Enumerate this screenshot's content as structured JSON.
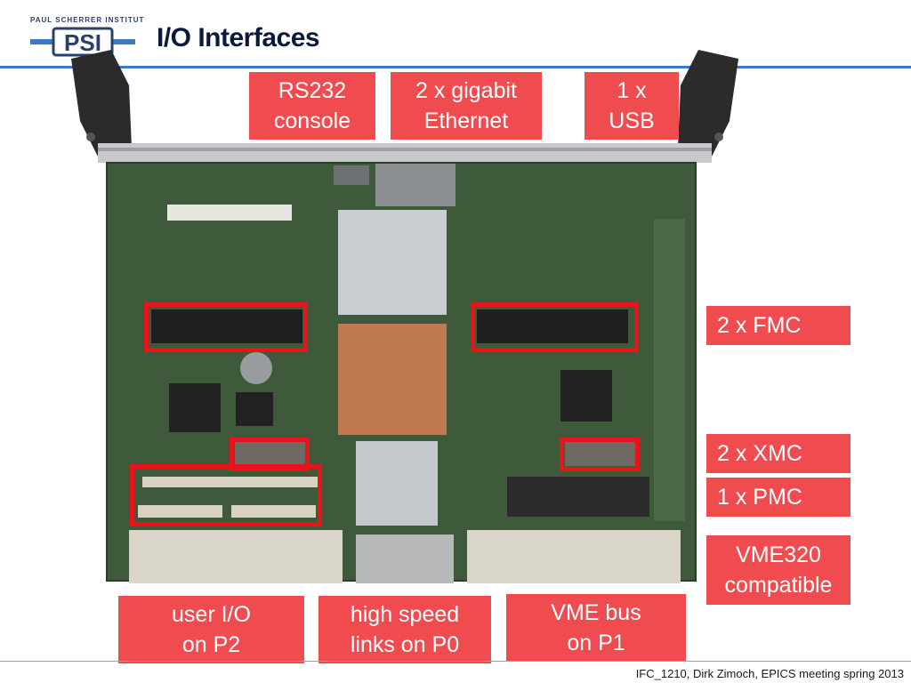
{
  "header": {
    "logo_caption": "PAUL SCHERRER INSTITUT",
    "logo_mark": "PSI",
    "title": "I/O Interfaces"
  },
  "board": {
    "image": "ifc-1210-board-photo"
  },
  "callouts": {
    "rs232": "RS232\nconsole",
    "ethernet": "2 x gigabit\nEthernet",
    "usb": "1 x\nUSB",
    "fmc": "2 x FMC",
    "xmc": "2 x XMC",
    "pmc": "1 x PMC",
    "vme320": "VME320\ncompatible",
    "user_io": "user I/O\non P2",
    "high_speed": "high speed\nlinks on P0",
    "vme_bus": "VME bus\non P1"
  },
  "footer": {
    "text": "IFC_1210, Dirk Zimoch, EPICS meeting spring 2013"
  },
  "colors": {
    "callout": "#f04b4f",
    "highlight": "#e8141a",
    "rule": "#3d78c9"
  }
}
